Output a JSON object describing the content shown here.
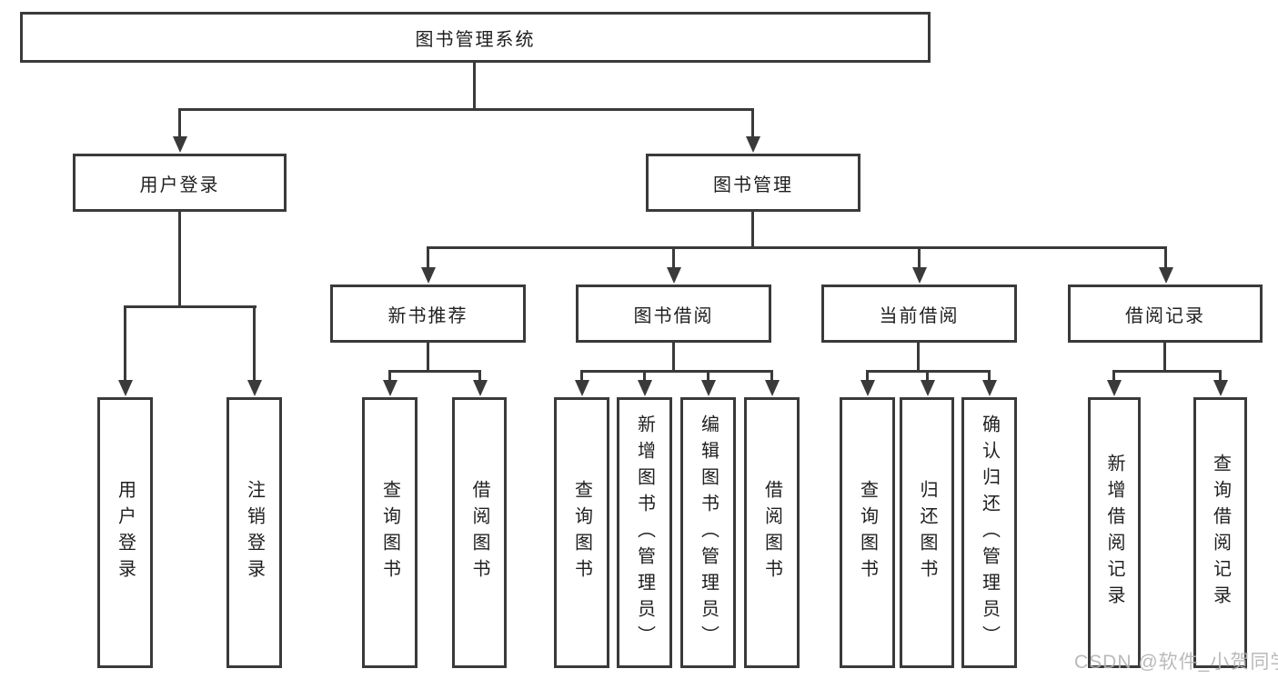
{
  "diagram": {
    "root": {
      "label": "图书管理系统"
    },
    "level2": {
      "user_login": {
        "label": "用户登录"
      },
      "book_management": {
        "label": "图书管理"
      }
    },
    "level3": {
      "new_book_recommend": {
        "label": "新书推荐"
      },
      "book_borrow": {
        "label": "图书借阅"
      },
      "current_borrow": {
        "label": "当前借阅"
      },
      "borrow_records": {
        "label": "借阅记录"
      }
    },
    "leaves": {
      "user_login": {
        "label": "用户登录"
      },
      "logout_login": {
        "label": "注销登录"
      },
      "nb_query_books": {
        "label": "查询图书"
      },
      "nb_borrow_books": {
        "label": "借阅图书"
      },
      "bb_query_books": {
        "label": "查询图书"
      },
      "bb_add_books_admin": {
        "label": "新增图书（管理员）"
      },
      "bb_edit_books_admin": {
        "label": "编辑图书（管理员）"
      },
      "bb_borrow_books": {
        "label": "借阅图书"
      },
      "cb_query_books": {
        "label": "查询图书"
      },
      "cb_return_books": {
        "label": "归还图书"
      },
      "cb_confirm_return_admin": {
        "label": "确认归还（管理员）"
      },
      "br_add_record": {
        "label": "新增借阅记录"
      },
      "br_query_record": {
        "label": "查询借阅记录"
      }
    }
  },
  "watermark": {
    "text": "CSDN @软件_小贺同学"
  },
  "colors": {
    "line": "#3a3a3a",
    "text": "#1f1f1f",
    "watermark": "#b3b3b3",
    "background": "#ffffff"
  }
}
